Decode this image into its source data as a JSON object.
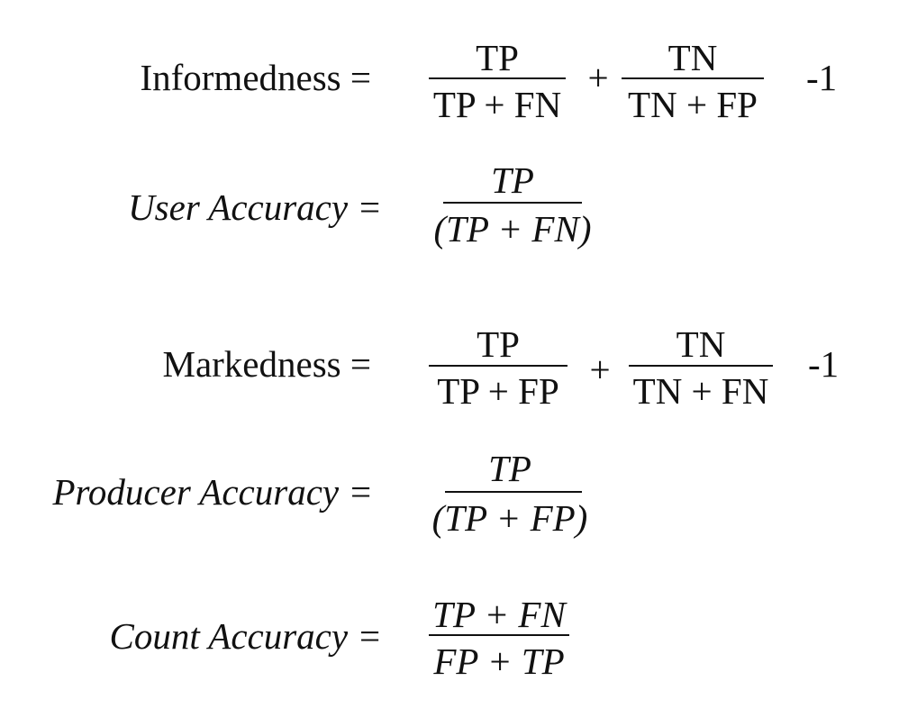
{
  "formulas": {
    "informedness": {
      "label": "Informedness =",
      "frac1": {
        "num": "TP",
        "den": "TP + FN"
      },
      "plus": "+",
      "frac2": {
        "num": "TN",
        "den": "TN + FP"
      },
      "tail": "-1"
    },
    "user_accuracy": {
      "label": "User Accuracy =",
      "frac": {
        "num": "TP",
        "den": "(TP + FN)"
      }
    },
    "markedness": {
      "label": "Markedness =",
      "frac1": {
        "num": "TP",
        "den": "TP + FP"
      },
      "plus": "+",
      "frac2": {
        "num": "TN",
        "den": "TN + FN"
      },
      "tail": "-1"
    },
    "producer_accuracy": {
      "label": "Producer Accuracy =",
      "frac": {
        "num": "TP",
        "den": "(TP + FP)"
      }
    },
    "count_accuracy": {
      "label": "Count Accuracy =",
      "frac": {
        "num": "TP + FN",
        "den": "FP + TP"
      }
    }
  }
}
